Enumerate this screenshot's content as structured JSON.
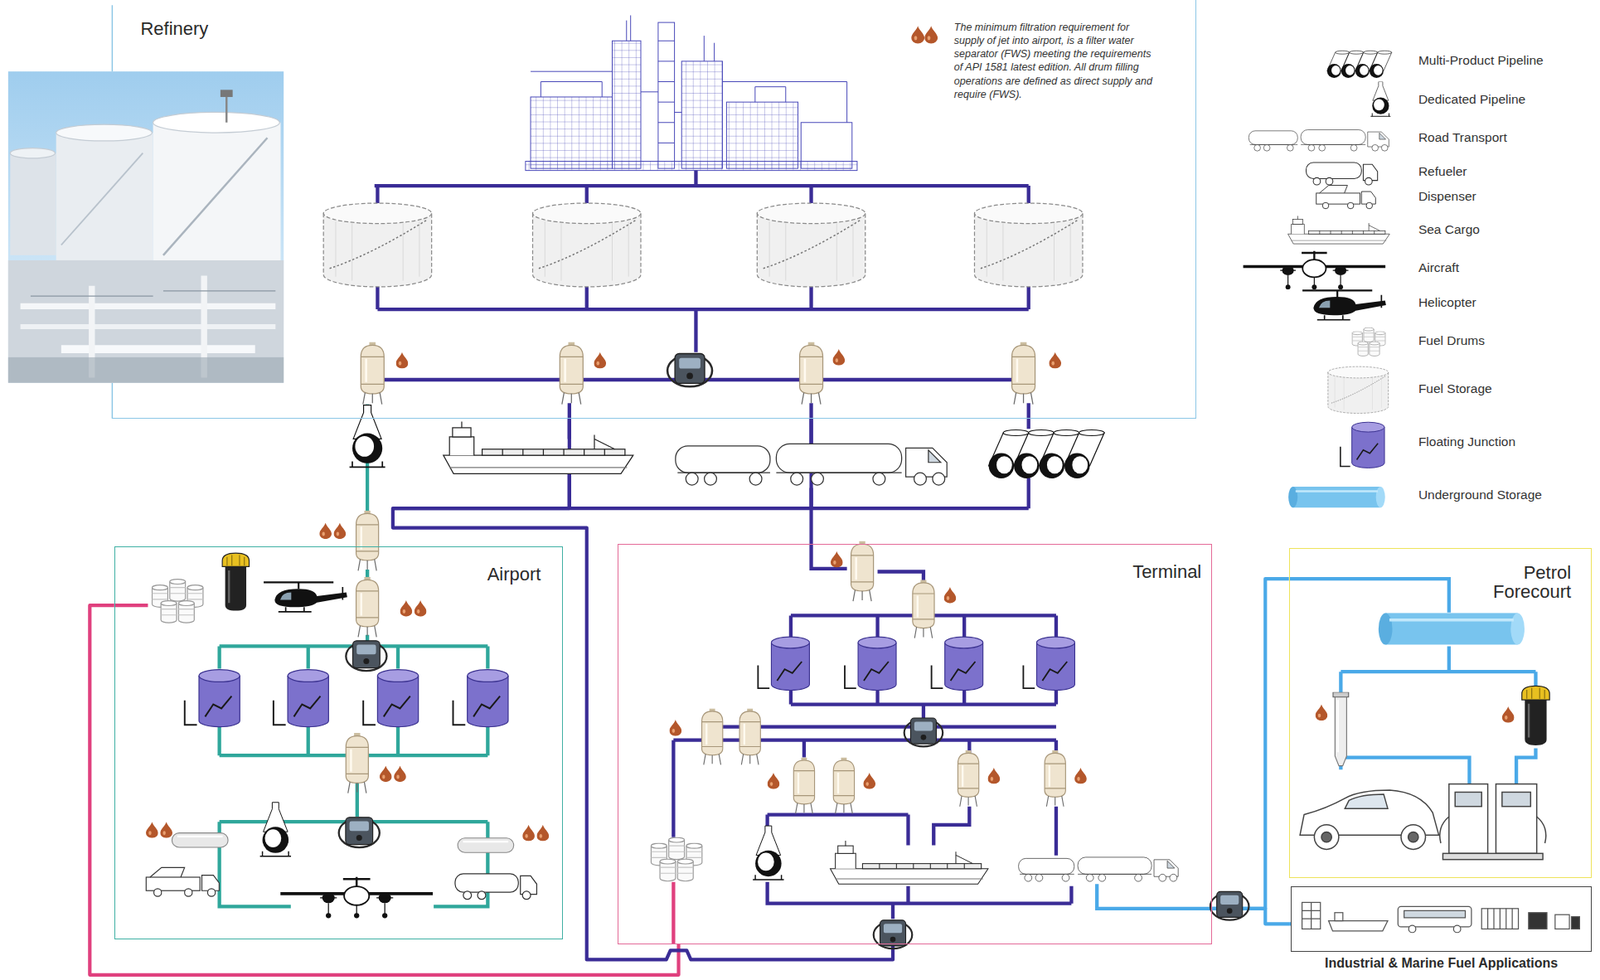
{
  "diagram": {
    "nodes": [
      {
        "text": [
          "Refinery"
        ]
      },
      {
        "text": [
          "Airport"
        ]
      },
      {
        "text": [
          "Terminal"
        ]
      },
      {
        "text": [
          "Petrol Forecourt"
        ]
      },
      {
        "text": [
          "Industrial & Marine Fuel Applications"
        ]
      }
    ],
    "edges": [
      {
        "from": 0,
        "to": 1,
        "arrow": "none"
      },
      {
        "from": 2,
        "to": 1,
        "arrow": "none"
      },
      {
        "from": 0,
        "to": 2,
        "arrow": "none"
      },
      {
        "from": 0,
        "to": 2,
        "arrow": "none"
      },
      {
        "from": 2,
        "to": 3,
        "arrow": "none"
      },
      {
        "from": 2,
        "to": 4,
        "arrow": "none"
      }
    ],
    "labels": [
      "The minimum filtration requirement for supply of jet into airport, is a filter water separator (FWS) meeting the requirements of API 1581 latest edition. All drum filling operations are defined as direct supply and require (FWS)."
    ],
    "legend": [
      {
        "text": "Multi-Product Pipeline"
      },
      {
        "text": "Dedicated Pipeline"
      },
      {
        "text": "Road Transport"
      },
      {
        "text": "Refueler"
      },
      {
        "text": "Dispenser"
      },
      {
        "text": "Sea Cargo"
      },
      {
        "text": "Aircraft"
      },
      {
        "text": "Helicopter"
      },
      {
        "text": "Fuel Drums"
      },
      {
        "text": "Fuel Storage"
      },
      {
        "text": "Floating Junction"
      },
      {
        "text": "Underground Storage"
      }
    ]
  }
}
